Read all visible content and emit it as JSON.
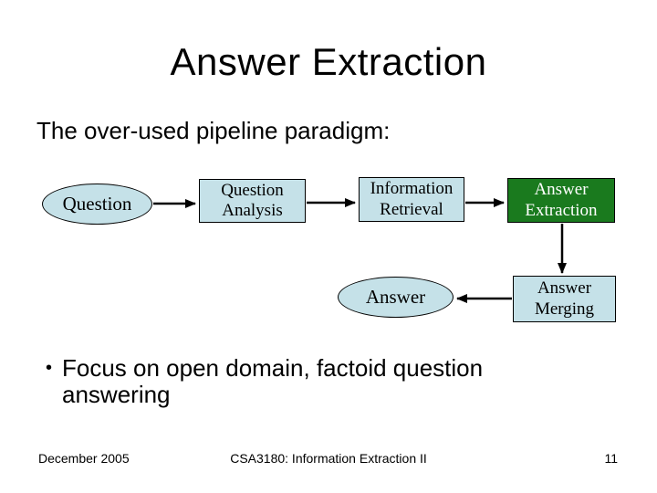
{
  "slide": {
    "title": "Answer Extraction",
    "subtitle": "The over-used pipeline paradigm:",
    "bullet": {
      "marker": "•",
      "text": "Focus on open domain, factoid question answering"
    },
    "footer": {
      "date": "December 2005",
      "course": "CSA3180: Information Extraction II",
      "page": "11"
    }
  },
  "diagram": {
    "nodes": [
      {
        "id": "question",
        "shape": "ellipse",
        "lines": [
          "Question"
        ]
      },
      {
        "id": "question-analysis",
        "shape": "box",
        "lines": [
          "Question",
          "Analysis"
        ]
      },
      {
        "id": "information-retrieval",
        "shape": "box",
        "lines": [
          "Information",
          "Retrieval"
        ]
      },
      {
        "id": "answer-extraction",
        "shape": "box",
        "variant": "highlight",
        "lines": [
          "Answer",
          "Extraction"
        ]
      },
      {
        "id": "answer",
        "shape": "ellipse",
        "lines": [
          "Answer"
        ]
      },
      {
        "id": "answer-merging",
        "shape": "box",
        "lines": [
          "Answer",
          "Merging"
        ]
      }
    ],
    "colors": {
      "node_fill": "#c5e1e8",
      "highlight_fill": "#1a7a1e",
      "highlight_text": "#ffffff",
      "stroke": "#000000"
    }
  }
}
